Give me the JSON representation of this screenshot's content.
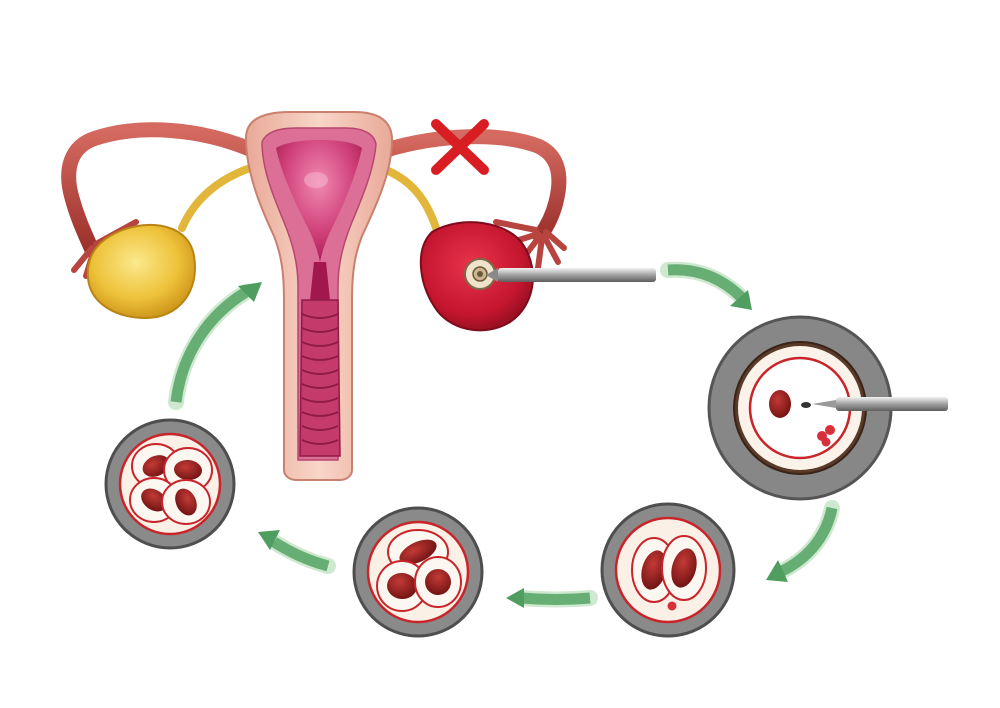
{
  "colors": {
    "background": "#ffffff",
    "tube": "#b8443f",
    "tube_dark": "#8e2a28",
    "ovary_healthy": "#e6b52a",
    "ovary_healthy_light": "#f6dc6a",
    "ligament": "#e2b63a",
    "uterus_outer": "#f2c2b0",
    "uterus_mid": "#d7588a",
    "uterus_inner": "#b1205a",
    "ovary_stimulated": "#c4162f",
    "blocked_mark": "#d81e22",
    "arrow_green": "#5aa768",
    "arrow_green_light": "#e4f2e4",
    "dish_gray": "#8a8a8a",
    "dish_gray_dark": "#4e4e4e",
    "cell_cream": "#fbf0e6",
    "cell_outline": "#c8242a",
    "nucleus": "#8d1c1c",
    "needle_steel": "#bdbdbd"
  },
  "icons": {
    "blocked": "cross-mark-icon",
    "needle": "needle-icon",
    "micropipette": "micropipette-icon"
  },
  "stages": [
    {
      "id": "egg-retrieval",
      "cells": 0
    },
    {
      "id": "fertilization",
      "cells": 1
    },
    {
      "id": "two-cell",
      "cells": 2
    },
    {
      "id": "three-cell",
      "cells": 3
    },
    {
      "id": "four-cell",
      "cells": 4
    },
    {
      "id": "embryo-transfer",
      "cells": 4
    }
  ]
}
